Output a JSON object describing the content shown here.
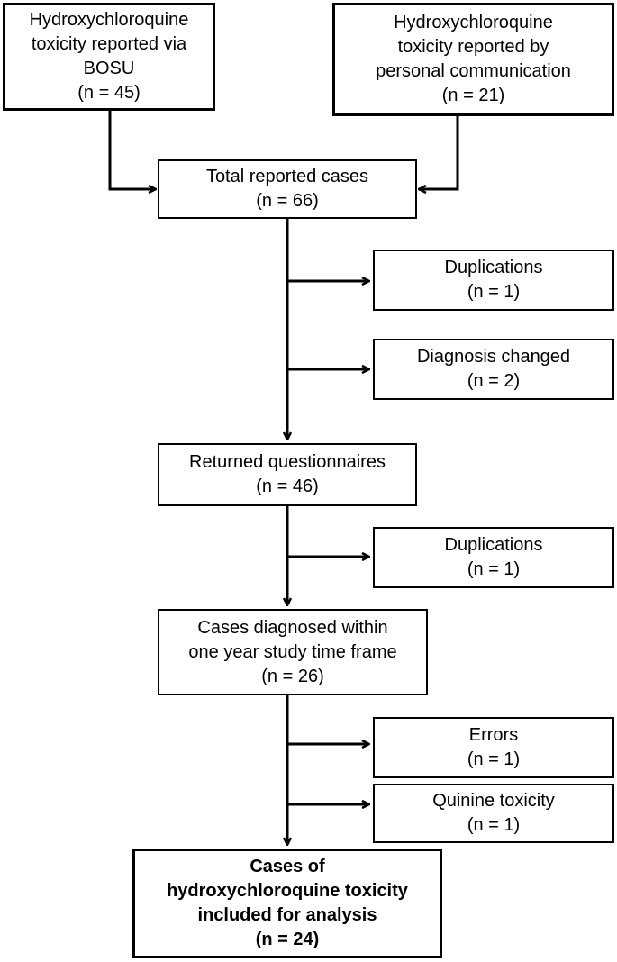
{
  "boxes": {
    "bosu": {
      "lines": [
        "Hydroxychloroquine",
        "toxicity reported via",
        "BOSU",
        "(n = 45)"
      ]
    },
    "personal": {
      "lines": [
        "Hydroxychloroquine",
        "toxicity reported by",
        "personal communication",
        "(n = 21)"
      ]
    },
    "total": {
      "lines": [
        "Total reported cases",
        "(n = 66)"
      ]
    },
    "duplications_1": {
      "lines": [
        "Duplications",
        "(n = 1)"
      ]
    },
    "diagnosis_changed": {
      "lines": [
        "Diagnosis changed",
        "(n = 2)"
      ]
    },
    "returned": {
      "lines": [
        "Returned questionnaires",
        "(n = 46)"
      ]
    },
    "duplications_2": {
      "lines": [
        "Duplications",
        "(n = 1)"
      ]
    },
    "within_year": {
      "lines": [
        "Cases diagnosed within",
        "one year study time frame",
        "(n = 26)"
      ]
    },
    "errors": {
      "lines": [
        "Errors",
        "(n = 1)"
      ]
    },
    "quinine": {
      "lines": [
        "Quinine toxicity",
        "(n = 1)"
      ]
    },
    "final": {
      "lines": [
        "Cases of",
        "hydroxychloroquine toxicity",
        "included for analysis",
        "(n = 24)"
      ]
    }
  }
}
